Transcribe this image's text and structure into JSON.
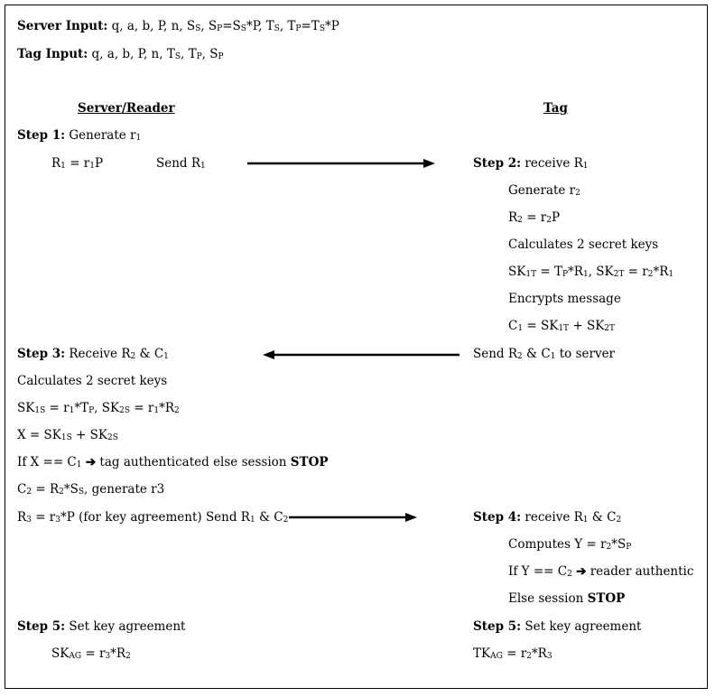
{
  "inputs": {
    "server_label": "Server Input:",
    "server_values_a": "q, a, b, P, n, S",
    "server_values_b": "S",
    "server_sub_s": "S",
    "server_sub_p": "P",
    "server_eq1": "=S",
    "server_sub_s2": "S",
    "server_eq1_tail": "*P, T",
    "server_sub_s3": "S",
    "server_sep": ", T",
    "server_sub_p2": "P",
    "server_eq2": "=T",
    "server_sub_s4": "S",
    "server_eq2_tail": "*P",
    "tag_label": "Tag Input:",
    "tag_values": "q, a, b, P, n, T",
    "tag_sub_s": "S",
    "tag_sep1": ", T",
    "tag_sub_p": "P",
    "tag_sep2": ", S",
    "tag_sub_p2": "P"
  },
  "headers": {
    "server": "Server/Reader",
    "tag": "Tag"
  },
  "server": {
    "step1_label": "Step 1:",
    "step1_text": "Generate r",
    "sub1": "1",
    "r1_a": "R",
    "r1_b": " = r",
    "r1_c": "P",
    "send_r1": "Send R",
    "step3_label": "Step 3:",
    "step3_text_a": "Receive R",
    "step3_text_b": " & C",
    "calc_keys": "Calculates 2 secret keys",
    "sk_a": "SK",
    "sub_1s": "1S",
    "sk_b": " = r",
    "sk_c": "*T",
    "sub_p": "P",
    "sk_d": ", SK",
    "sub_2s": "2S",
    "sk_e": " = r",
    "sk_f": "*R",
    "sub_2": "2",
    "x_a": "X = SK",
    "x_b": " + SK",
    "if_a": "If X == C",
    "if_b": " tag authenticated else session ",
    "stop": "STOP",
    "c2_a": "C",
    "c2_b": " = R",
    "c2_c": "*S",
    "sub_s": "S",
    "c2_d": ", generate r3",
    "r3_a": "R",
    "sub_3": "3",
    "r3_b": " = r",
    "r3_c": "*P (for key agreement)  Send R",
    "r3_d": " & C",
    "step5_label": "Step 5:",
    "step5_text": "Set key agreement",
    "skag_a": "SK",
    "sub_ag": "AG",
    "skag_b": " = r",
    "skag_c": "*R"
  },
  "tag": {
    "step2_label": "Step 2:",
    "step2_text": "receive R",
    "gen_r2": "Generate r",
    "r2_a": "R",
    "r2_b": " = r",
    "r2_c": "P",
    "calc_keys": "Calculates 2 secret keys",
    "sk_a": "SK",
    "sub_1t": "1T",
    "sk_b": " = T",
    "sk_c": "*R",
    "sk_d": ", SK",
    "sub_2t": "2T",
    "sk_e": " = r",
    "sk_f": "*R",
    "encrypt": "Encrypts message",
    "c1_a": "C",
    "c1_b": " = SK",
    "c1_c": " + SK",
    "send_a": "Send R",
    "send_b": " & C",
    "send_c": " to server",
    "step4_label": "Step 4:",
    "step4_text_a": "receive R",
    "step4_text_b": " & C",
    "computes_a": "Computes Y = r",
    "computes_b": "*S",
    "if_a": "If Y == C",
    "if_b": " reader authentic",
    "else_a": "Else session ",
    "stop": "STOP",
    "step5_label": "Step 5:",
    "step5_text": "Set key agreement",
    "tkag_a": "TK",
    "sub_ag": "AG",
    "tkag_b": " = r",
    "tkag_c": "*R"
  },
  "subs": {
    "one": "1",
    "two": "2",
    "three": "3",
    "p": "P",
    "s": "S",
    "one_t": "1T",
    "two_t": "2T",
    "one_s": "1S",
    "two_s": "2S"
  },
  "glyphs": {
    "implies": "➔"
  }
}
